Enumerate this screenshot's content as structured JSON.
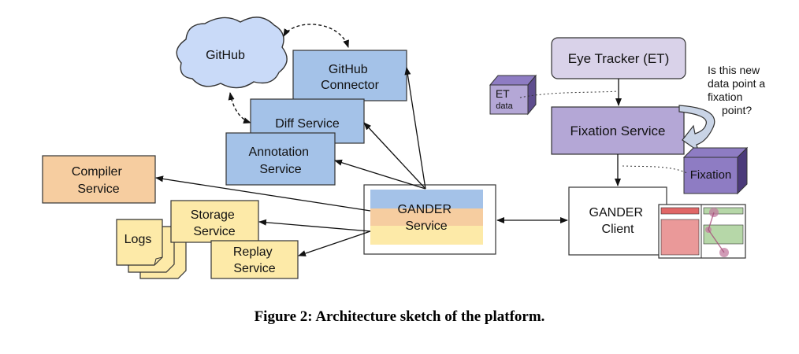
{
  "diagram": {
    "github": "GitHub",
    "github_connector": [
      "GitHub",
      "Connector"
    ],
    "diff_service": "Diff Service",
    "annotation_service": [
      "Annotation",
      "Service"
    ],
    "compiler_service": [
      "Compiler",
      "Service"
    ],
    "storage_service": [
      "Storage",
      "Service"
    ],
    "replay_service": [
      "Replay",
      "Service"
    ],
    "logs": "Logs",
    "gander_service": [
      "GANDER",
      "Service"
    ],
    "gander_client": [
      "GANDER",
      "Client"
    ],
    "eye_tracker": "Eye Tracker (ET)",
    "et_data": [
      "ET",
      "data"
    ],
    "fixation_service": "Fixation Service",
    "fixation": "Fixation",
    "question_note": [
      "Is this new",
      "data point a",
      "fixation",
      "point?"
    ]
  },
  "caption": "Figure 2: Architecture sketch of the platform.",
  "colors": {
    "blue_box": "#a4c2e8",
    "orange_box": "#f6cda0",
    "yellow_box": "#fdeaa8",
    "purple_box": "#b4a7d6",
    "lavender_box": "#d9d2e9",
    "cloud": "#c9daf8"
  }
}
